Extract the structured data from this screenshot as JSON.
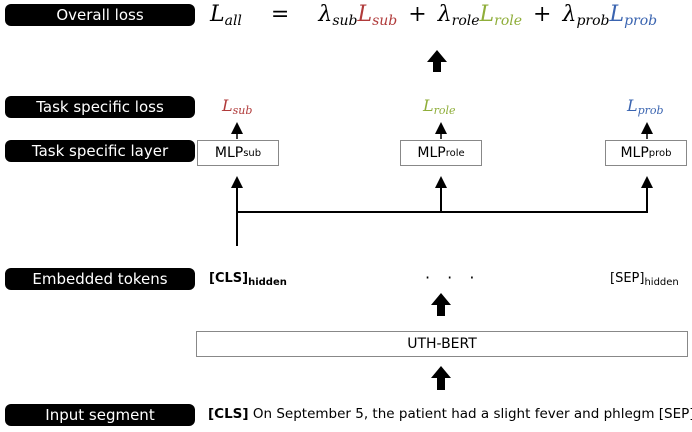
{
  "labels": {
    "overall_loss": "Overall loss",
    "task_loss": "Task specific loss",
    "task_layer": "Task specific layer",
    "embedded": "Embedded tokens",
    "input": "Input segment"
  },
  "formula": {
    "lhs": "L",
    "lhs_sub": "all",
    "eq": "=",
    "lambda": "λ",
    "plus": "+",
    "terms": [
      {
        "sub": "sub",
        "color": "#b03a3a"
      },
      {
        "sub": "role",
        "color": "#8fae3a"
      },
      {
        "sub": "prob",
        "color": "#3a64b0"
      }
    ]
  },
  "losses": [
    {
      "L": "L",
      "sub": "sub",
      "color": "#b03a3a"
    },
    {
      "L": "L",
      "sub": "role",
      "color": "#8fae3a"
    },
    {
      "L": "L",
      "sub": "prob",
      "color": "#3a64b0"
    }
  ],
  "mlps": [
    {
      "name": "MLP",
      "sub": "sub"
    },
    {
      "name": "MLP",
      "sub": "role"
    },
    {
      "name": "MLP",
      "sub": "prob"
    }
  ],
  "tokens": {
    "cls": "[CLS]",
    "cls_sub": "hidden",
    "dots": "· · ·",
    "sep": "[SEP]",
    "sep_sub": "hidden"
  },
  "bert_label": "UTH-BERT",
  "input_segment": {
    "cls": "[CLS]",
    "text": " On September 5, the patient had a slight fever and phlegm ",
    "sep": "[SEP]"
  }
}
